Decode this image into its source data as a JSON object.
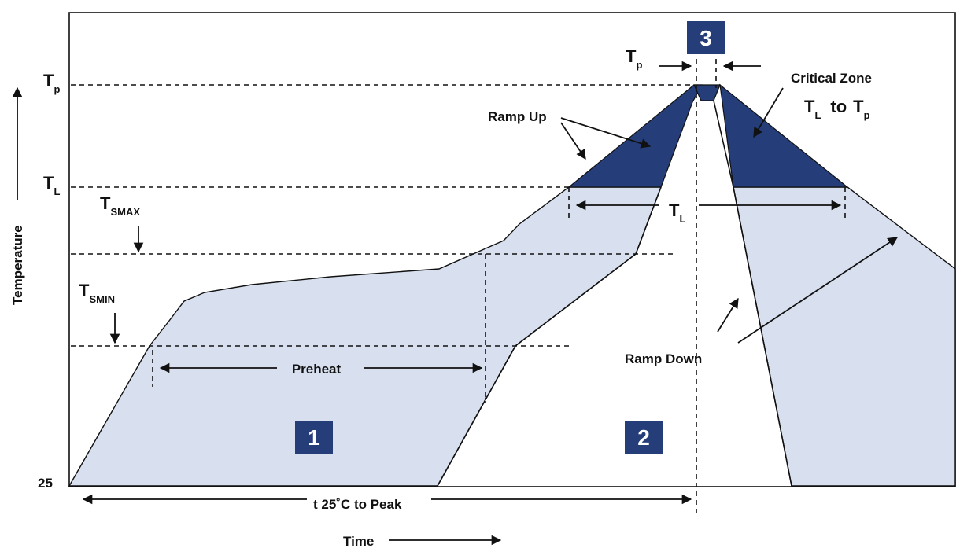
{
  "colors": {
    "light_fill": "#d8e0ef",
    "dark_fill": "#253e7a",
    "badge": "#253e7a",
    "line": "#111111"
  },
  "y_axis": {
    "label": "Temperature",
    "tp": {
      "main": "T",
      "sub": "p"
    },
    "tl": {
      "main": "T",
      "sub": "L"
    },
    "tsmax": {
      "main": "T",
      "sub": "SMAX"
    },
    "tsmin": {
      "main": "T",
      "sub": "SMIN"
    },
    "base": "25"
  },
  "x_axis": {
    "label": "Time",
    "span_label": "t 25˚C to Peak"
  },
  "annotations": {
    "preheat": "Preheat",
    "ramp_up": "Ramp Up",
    "ramp_down": "Ramp Down",
    "critical_zone": "Critical Zone",
    "critical_range": {
      "t1": "T",
      "s1": "L",
      "to": "to",
      "t2": "T",
      "s2": "p"
    },
    "tl_duration": {
      "main": "T",
      "sub": "L"
    },
    "tp_duration": {
      "main": "T",
      "sub": "p"
    }
  },
  "zones": [
    "1",
    "2",
    "3"
  ]
}
